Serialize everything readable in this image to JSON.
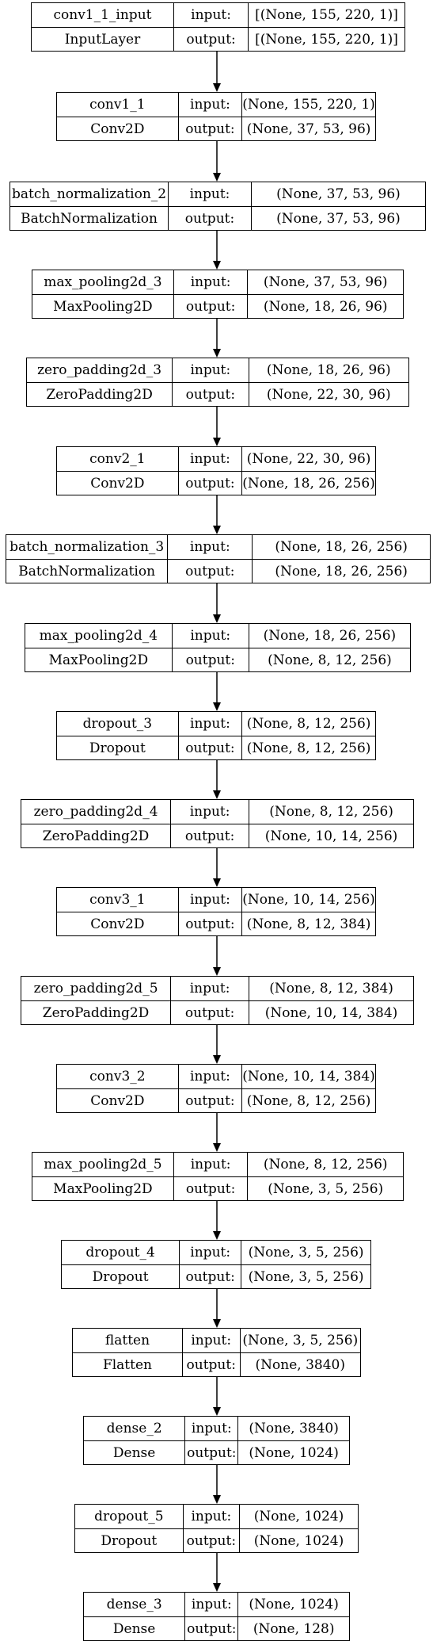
{
  "layers": [
    {
      "name": "conv1_1_input",
      "type": "InputLayer",
      "input_label": "input:",
      "output_label": "output:",
      "input_shape": "[(None, 155, 220, 1)]",
      "output_shape": "[(None, 155, 220, 1)]"
    },
    {
      "name": "conv1_1",
      "type": "Conv2D",
      "input_label": "input:",
      "output_label": "output:",
      "input_shape": "(None, 155, 220, 1)",
      "output_shape": "(None, 37, 53, 96)"
    },
    {
      "name": "batch_normalization_2",
      "type": "BatchNormalization",
      "input_label": "input:",
      "output_label": "output:",
      "input_shape": "(None, 37, 53, 96)",
      "output_shape": "(None, 37, 53, 96)"
    },
    {
      "name": "max_pooling2d_3",
      "type": "MaxPooling2D",
      "input_label": "input:",
      "output_label": "output:",
      "input_shape": "(None, 37, 53, 96)",
      "output_shape": "(None, 18, 26, 96)"
    },
    {
      "name": "zero_padding2d_3",
      "type": "ZeroPadding2D",
      "input_label": "input:",
      "output_label": "output:",
      "input_shape": "(None, 18, 26, 96)",
      "output_shape": "(None, 22, 30, 96)"
    },
    {
      "name": "conv2_1",
      "type": "Conv2D",
      "input_label": "input:",
      "output_label": "output:",
      "input_shape": "(None, 22, 30, 96)",
      "output_shape": "(None, 18, 26, 256)"
    },
    {
      "name": "batch_normalization_3",
      "type": "BatchNormalization",
      "input_label": "input:",
      "output_label": "output:",
      "input_shape": "(None, 18, 26, 256)",
      "output_shape": "(None, 18, 26, 256)"
    },
    {
      "name": "max_pooling2d_4",
      "type": "MaxPooling2D",
      "input_label": "input:",
      "output_label": "output:",
      "input_shape": "(None, 18, 26, 256)",
      "output_shape": "(None, 8, 12, 256)"
    },
    {
      "name": "dropout_3",
      "type": "Dropout",
      "input_label": "input:",
      "output_label": "output:",
      "input_shape": "(None, 8, 12, 256)",
      "output_shape": "(None, 8, 12, 256)"
    },
    {
      "name": "zero_padding2d_4",
      "type": "ZeroPadding2D",
      "input_label": "input:",
      "output_label": "output:",
      "input_shape": "(None, 8, 12, 256)",
      "output_shape": "(None, 10, 14, 256)"
    },
    {
      "name": "conv3_1",
      "type": "Conv2D",
      "input_label": "input:",
      "output_label": "output:",
      "input_shape": "(None, 10, 14, 256)",
      "output_shape": "(None, 8, 12, 384)"
    },
    {
      "name": "zero_padding2d_5",
      "type": "ZeroPadding2D",
      "input_label": "input:",
      "output_label": "output:",
      "input_shape": "(None, 8, 12, 384)",
      "output_shape": "(None, 10, 14, 384)"
    },
    {
      "name": "conv3_2",
      "type": "Conv2D",
      "input_label": "input:",
      "output_label": "output:",
      "input_shape": "(None, 10, 14, 384)",
      "output_shape": "(None, 8, 12, 256)"
    },
    {
      "name": "max_pooling2d_5",
      "type": "MaxPooling2D",
      "input_label": "input:",
      "output_label": "output:",
      "input_shape": "(None, 8, 12, 256)",
      "output_shape": "(None, 3, 5, 256)"
    },
    {
      "name": "dropout_4",
      "type": "Dropout",
      "input_label": "input:",
      "output_label": "output:",
      "input_shape": "(None, 3, 5, 256)",
      "output_shape": "(None, 3, 5, 256)"
    },
    {
      "name": "flatten",
      "type": "Flatten",
      "input_label": "input:",
      "output_label": "output:",
      "input_shape": "(None, 3, 5, 256)",
      "output_shape": "(None, 3840)"
    },
    {
      "name": "dense_2",
      "type": "Dense",
      "input_label": "input:",
      "output_label": "output:",
      "input_shape": "(None, 3840)",
      "output_shape": "(None, 1024)"
    },
    {
      "name": "dropout_5",
      "type": "Dropout",
      "input_label": "input:",
      "output_label": "output:",
      "input_shape": "(None, 1024)",
      "output_shape": "(None, 1024)"
    },
    {
      "name": "dense_3",
      "type": "Dense",
      "input_label": "input:",
      "output_label": "output:",
      "input_shape": "(None, 1024)",
      "output_shape": "(None, 128)"
    }
  ],
  "colors": {
    "line": "#000000",
    "background": "#ffffff"
  }
}
